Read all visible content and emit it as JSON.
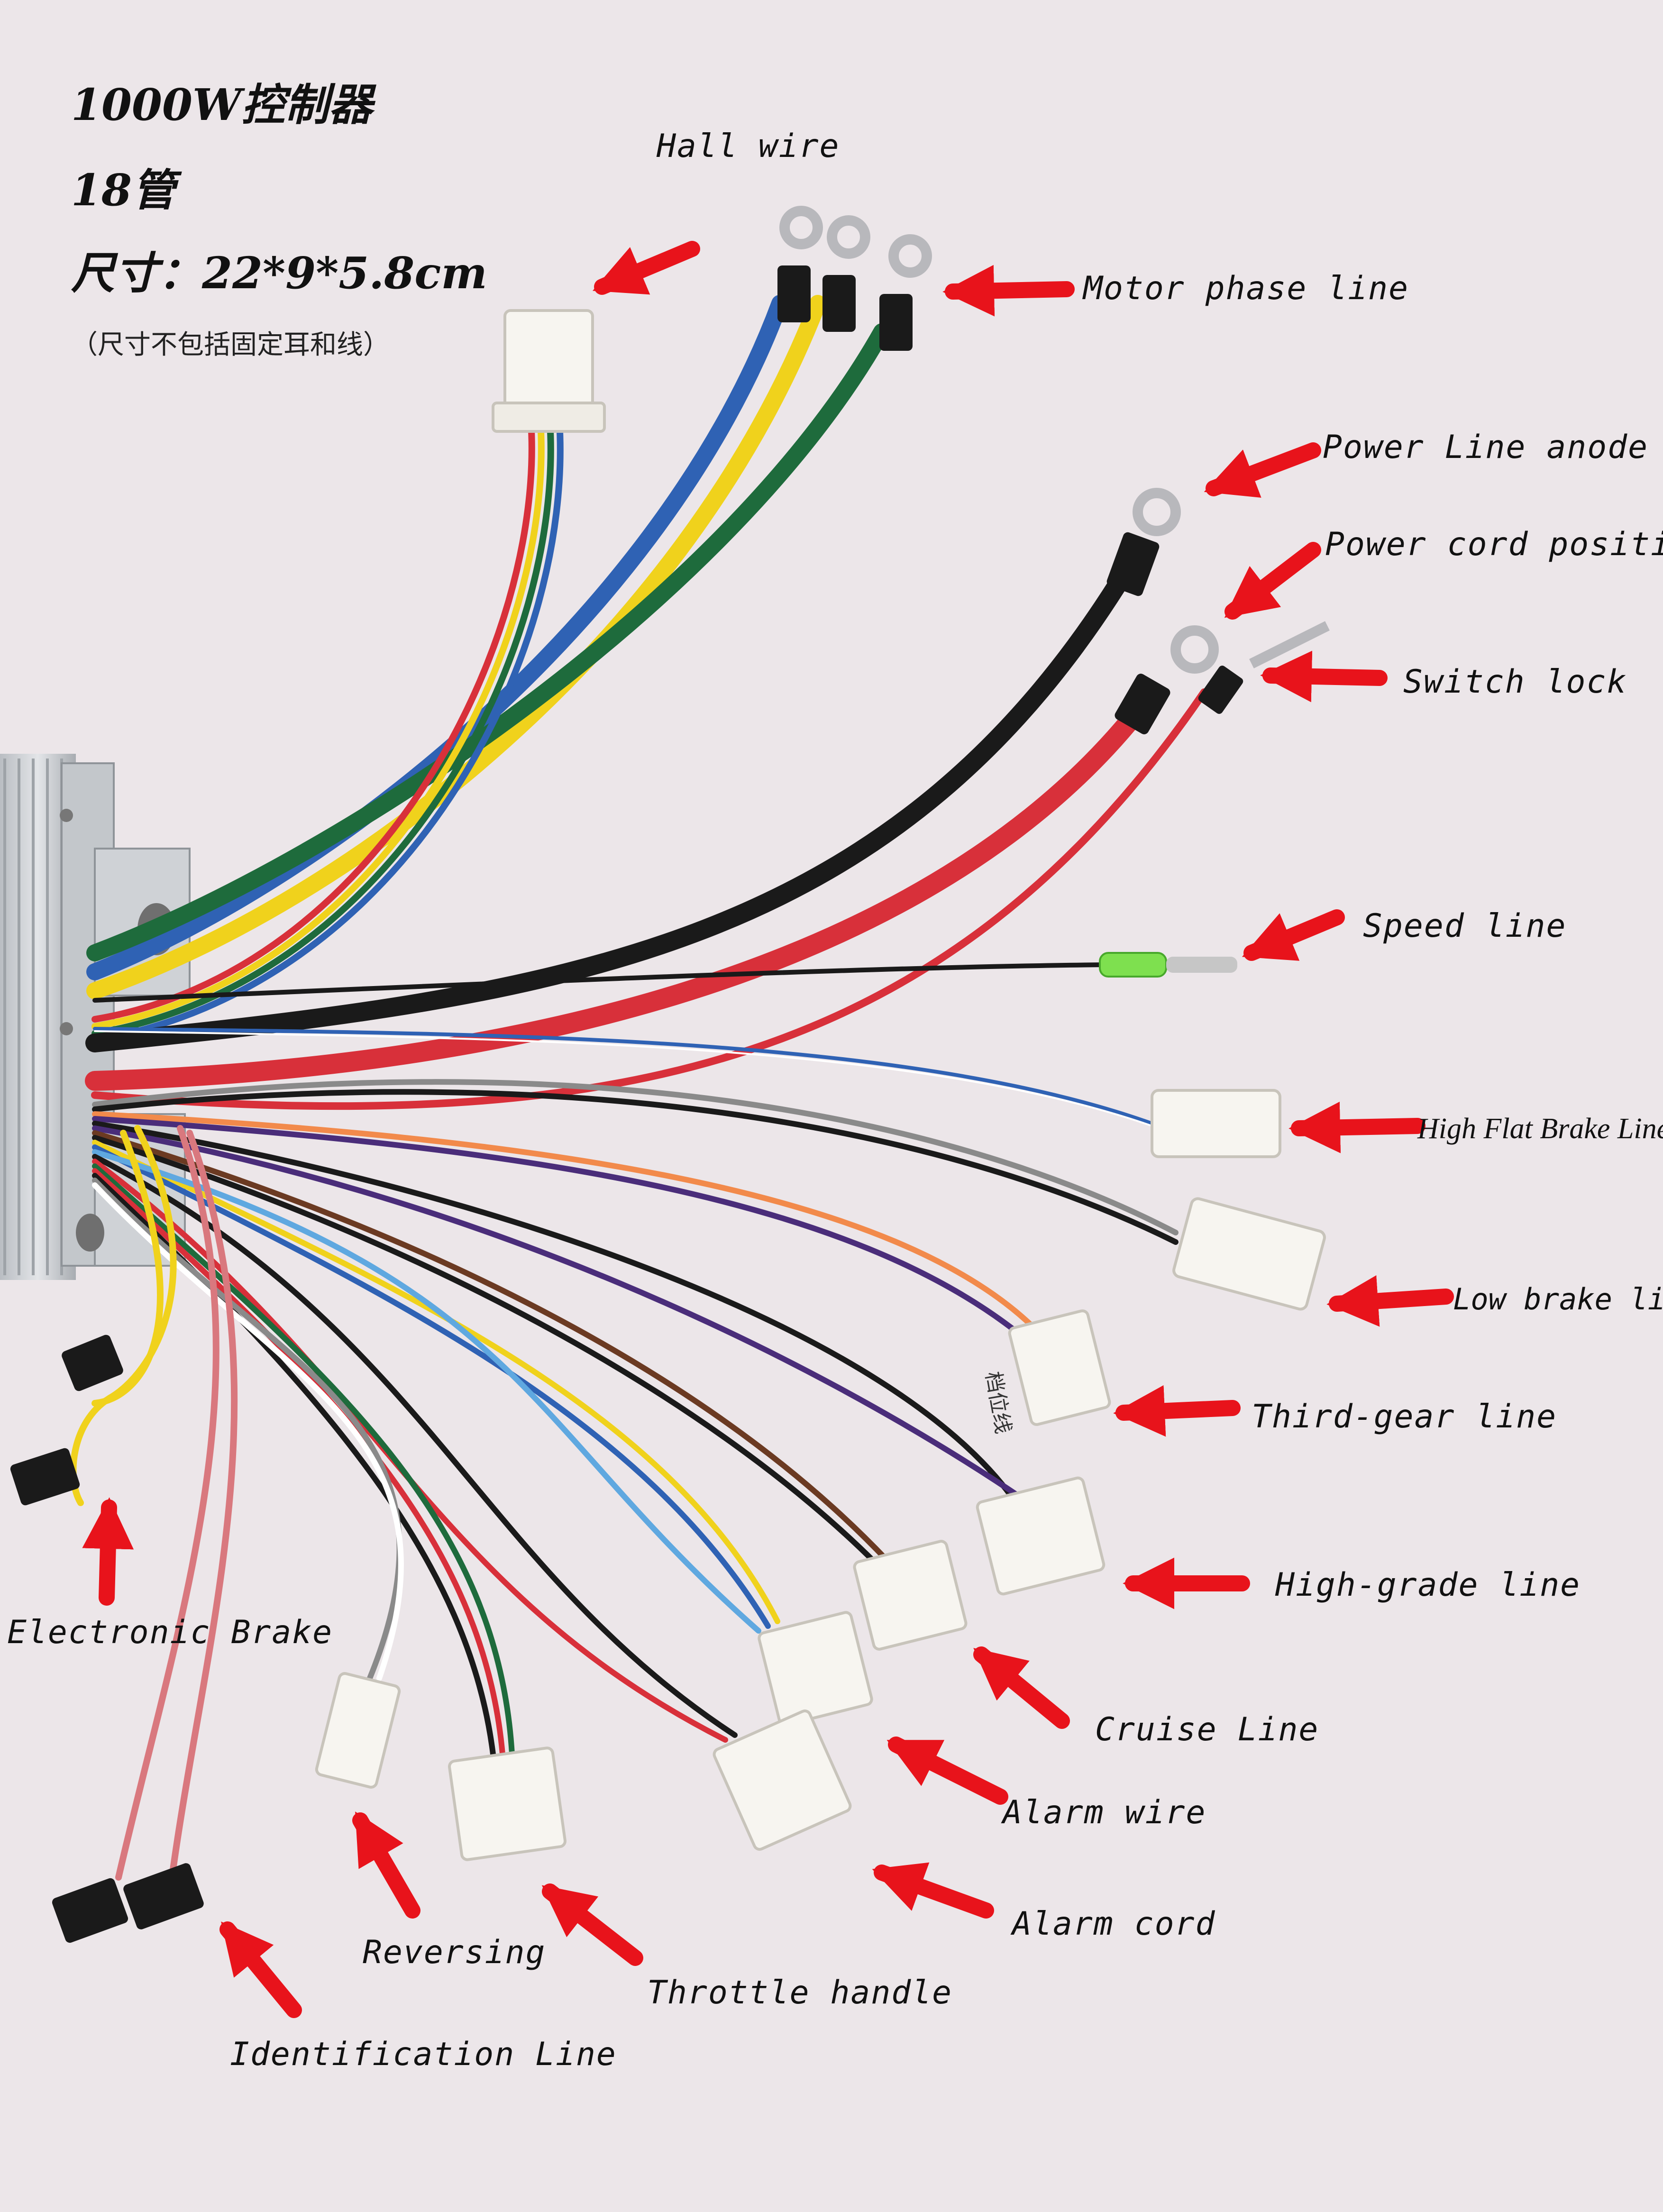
{
  "header": {
    "model": "1000W控制器",
    "tubes": "18管",
    "size": "尺寸：22*9*5.8cm",
    "note": "（尺寸不包括固定耳和线）"
  },
  "connector_tag_text": "档位线",
  "labels": {
    "hall_wire": "Hall wire",
    "motor_phase_line": "Motor phase line",
    "power_line_anode": "Power Line anode",
    "power_cord_positive": "Power cord positive",
    "switch_lock": "Switch lock",
    "speed_line": "Speed line",
    "high_flat_brake_line": "High Flat Brake Line",
    "low_brake_line": "Low brake line",
    "third_gear_line": "Third-gear line",
    "high_grade_line": "High-grade line",
    "cruise_line": "Cruise Line",
    "alarm_wire": "Alarm wire",
    "alarm_cord": "Alarm cord",
    "throttle_handle": "Throttle handle",
    "reversing": "Reversing",
    "identification_line": "Identification Line",
    "electronic_brake": "Electronic Brake"
  },
  "colors": {
    "background": "#ece6e9",
    "arrow": "#e8131b",
    "text": "#111111",
    "wire_red": "#d8303a",
    "wire_black": "#1a1a1a",
    "wire_green": "#1e6b3c",
    "wire_blue": "#2f62b4",
    "wire_yellow": "#f0d21c",
    "wire_pink": "#d9787e",
    "wire_purple": "#4a2d7a",
    "wire_brown": "#6b3a22",
    "wire_orange": "#f28a4b",
    "wire_lightblue": "#5fa8e0",
    "wire_grey": "#8a8a8a",
    "connector": "#f7f5f0",
    "housing": "#c9ccd0"
  }
}
